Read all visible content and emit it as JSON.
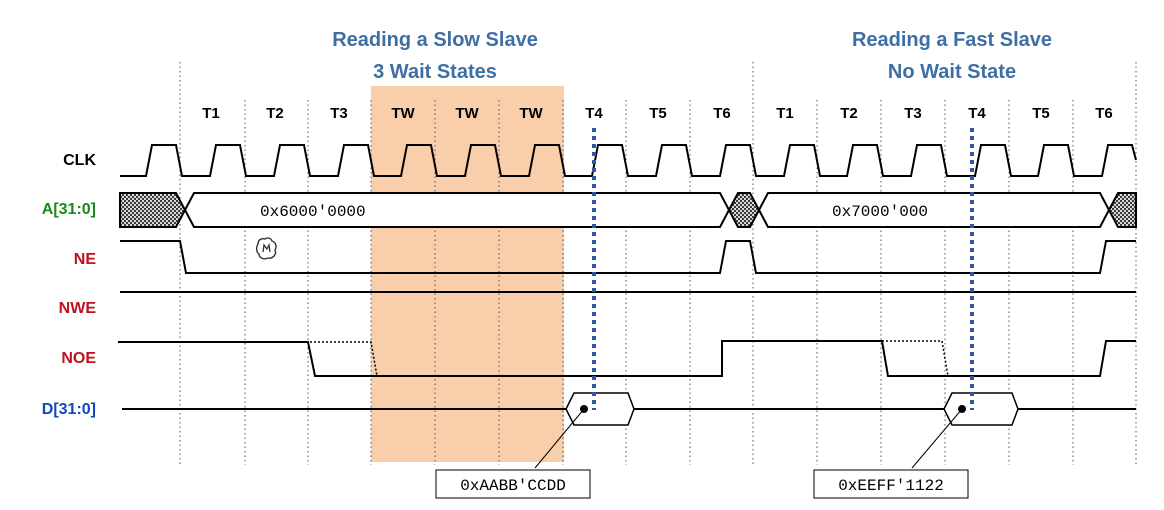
{
  "titles": {
    "slow_line1": "Reading a Slow Slave",
    "slow_line2": "3 Wait States",
    "fast_line1": "Reading a Fast Slave",
    "fast_line2": "No Wait State"
  },
  "clock_labels": [
    "T1",
    "T2",
    "T3",
    "TW",
    "TW",
    "TW",
    "T4",
    "T5",
    "T6",
    "T1",
    "T2",
    "T3",
    "T4",
    "T5",
    "T6"
  ],
  "signals": {
    "clk": {
      "label": "CLK",
      "color": "#000000"
    },
    "addr": {
      "label": "A[31:0]",
      "color": "#178a17"
    },
    "ne": {
      "label": "NE",
      "color": "#c0111f"
    },
    "nwe": {
      "label": "NWE",
      "color": "#c0111f"
    },
    "noe": {
      "label": "NOE",
      "color": "#c0111f"
    },
    "data": {
      "label": "D[31:0]",
      "color": "#1346b9"
    }
  },
  "values": {
    "addr_slow": "0x6000'0000",
    "addr_fast": "0x7000'000",
    "data_slow": "0xAABB'CCDD",
    "data_fast": "0xEEFF'1122"
  },
  "colors": {
    "title": "#3d6fa5",
    "wait_highlight": "#f9ceab",
    "sample_marker": "#2d5a9a"
  }
}
